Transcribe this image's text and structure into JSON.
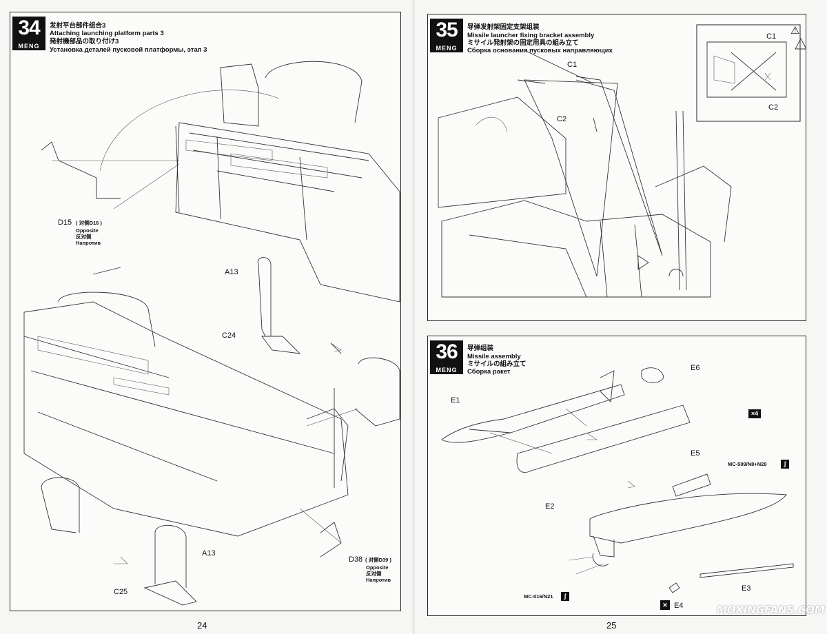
{
  "steps": {
    "s34": {
      "number": "34",
      "brand": "MENG",
      "title_cn": "发射平台部件组合3",
      "title_en": "Attaching launching platform parts 3",
      "title_jp": "発射機部品の取り付け3",
      "title_ru": "Установка деталей пусковой платформы, этап 3"
    },
    "s35": {
      "number": "35",
      "brand": "MENG",
      "title_cn": "导弹发射架固定支架组装",
      "title_en": "Missile launcher fixing bracket assembly",
      "title_jp": "ミサイル発射架の固定用具の組み立て",
      "title_ru": "Сборка основания пусковых направляющих"
    },
    "s36": {
      "number": "36",
      "brand": "MENG",
      "title_cn": "导弹组装",
      "title_en": "Missile assembly",
      "title_jp": "ミサイルの組み立て",
      "title_ru": "Сборка ракет"
    }
  },
  "labels": {
    "d15": "D15",
    "d16_note": "( 对侧D16 )",
    "opposite": "Opposite",
    "opposite_cn": "反对侧",
    "opposite_ru": "Напротив",
    "a13_top": "A13",
    "c24": "C24",
    "a13_bottom": "A13",
    "c25": "C25",
    "d38": "D38",
    "d39_note": "( 对侧D39 )",
    "c1_main": "C1",
    "c2_main": "C2",
    "c1_inset": "C1",
    "c2_inset": "C2",
    "e6": "E6",
    "e1": "E1",
    "e2": "E2",
    "e5": "E5",
    "e3": "E3",
    "e4": "E4",
    "x4": "×4",
    "paint1": "MC-509/N8+N28",
    "paint2": "MC-016/N21"
  },
  "pages": {
    "left": "24",
    "right": "25"
  },
  "watermark": "MOXINGFANS.COM"
}
